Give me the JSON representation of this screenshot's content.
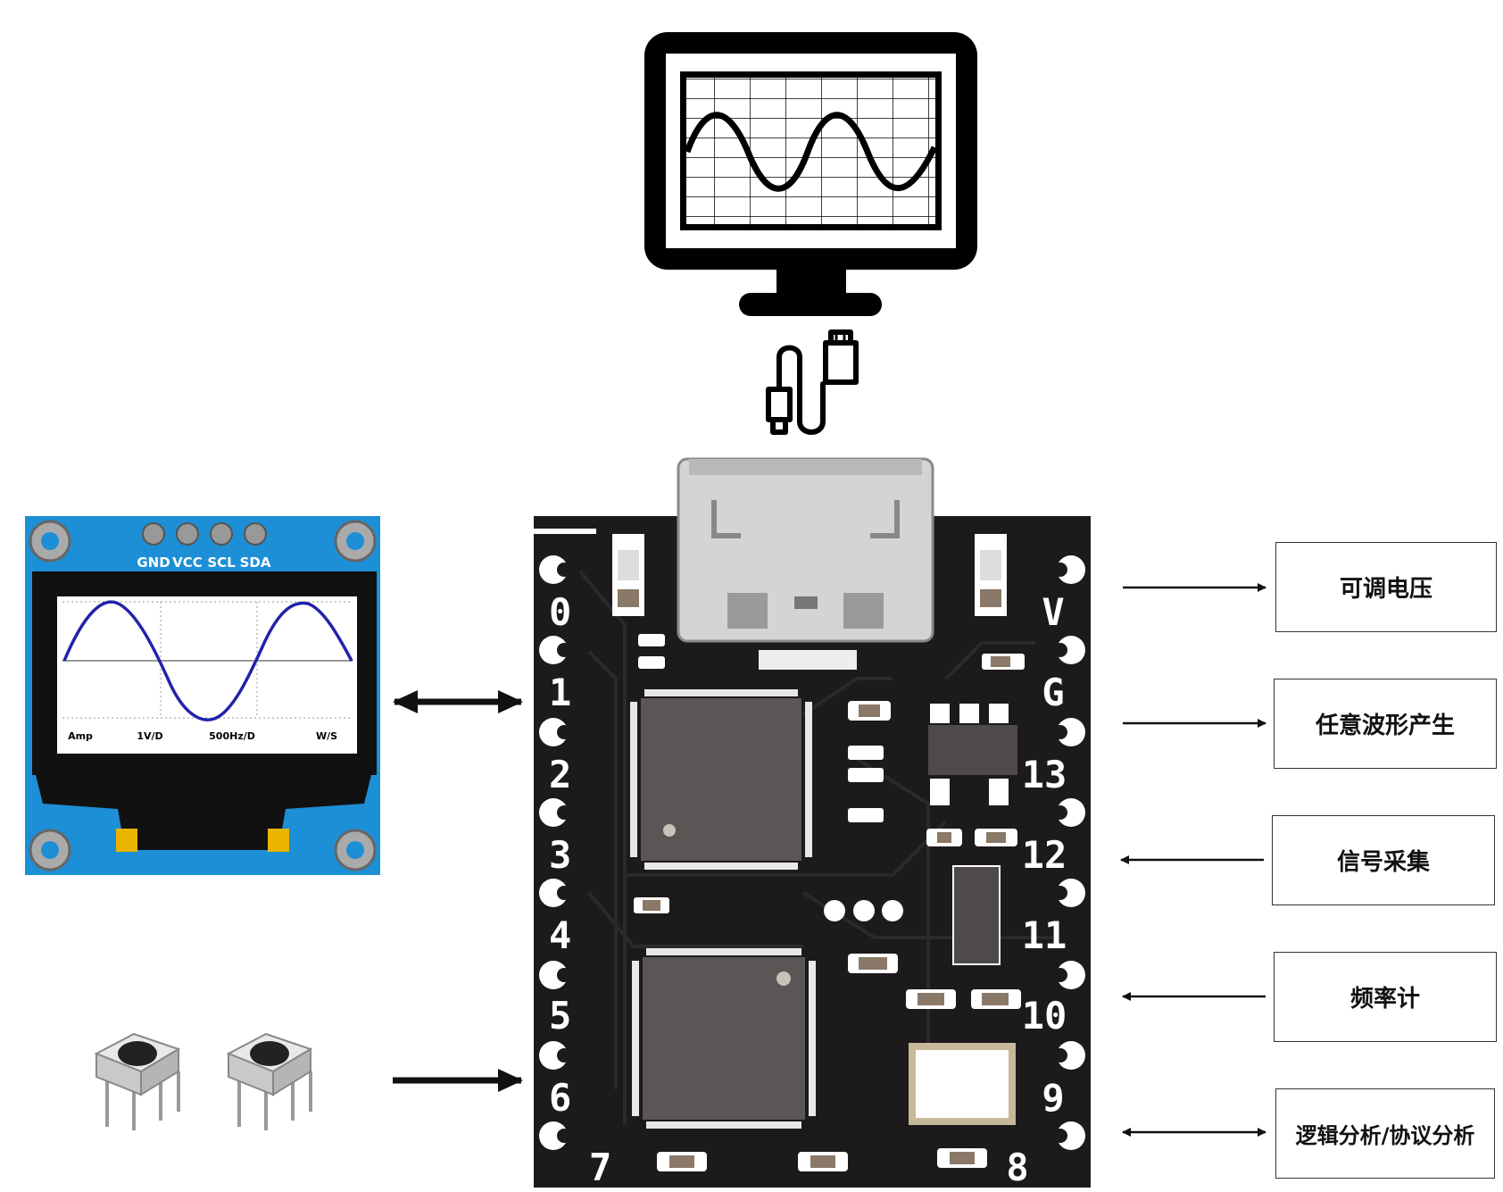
{
  "board": {
    "pins_left": [
      "0",
      "1",
      "2",
      "3",
      "4",
      "5",
      "6",
      "7"
    ],
    "pins_right": [
      "V",
      "G",
      "13",
      "12",
      "11",
      "10",
      "9",
      "8"
    ]
  },
  "oled": {
    "header_pins": [
      "GND",
      "VCC",
      "SCL",
      "SDA"
    ],
    "footer_labels": [
      "Amp",
      "1V/D",
      "500Hz/D",
      "W/S"
    ]
  },
  "functions": [
    {
      "label": "可调电压"
    },
    {
      "label": "任意波形产生"
    },
    {
      "label": "信号采集"
    },
    {
      "label": "频率计"
    },
    {
      "label": "逻辑分析/协议分析"
    }
  ],
  "icons": {
    "computer": "monitor-oscilloscope-icon",
    "cable": "usb-cable-icon",
    "buttons": "tactile-button-icon"
  },
  "colors": {
    "pcb": "#1c1a1b",
    "oled_board": "#1d8fd6",
    "wave": "#2222aa",
    "chip": "#5a5656"
  }
}
